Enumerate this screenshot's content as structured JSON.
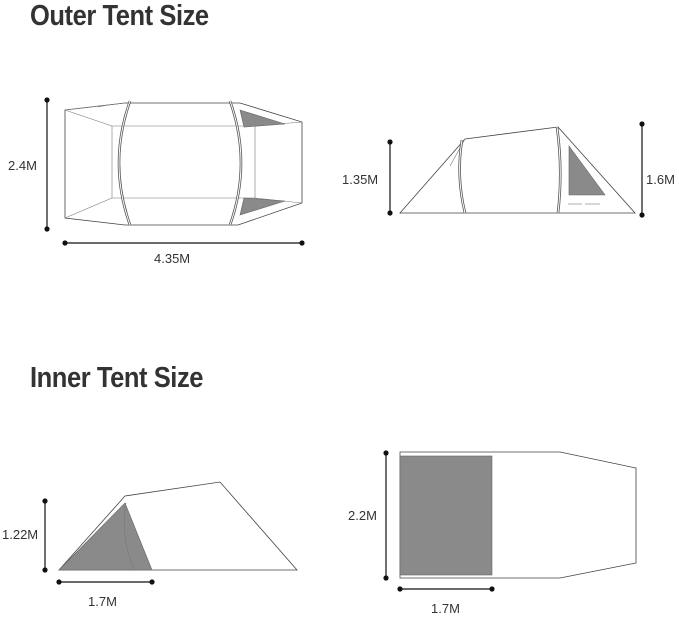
{
  "outer_section": {
    "title": "Outer Tent Size",
    "top_view": {
      "width_label": "2.4M",
      "length_label": "4.35M"
    },
    "side_view": {
      "left_height_label": "1.35M",
      "right_height_label": "1.6M"
    }
  },
  "inner_section": {
    "title": "Inner Tent Size",
    "side_view": {
      "height_label": "1.22M",
      "width_label": "1.7M"
    },
    "top_view": {
      "length_label": "2.2M",
      "width_label": "1.7M"
    }
  },
  "colors": {
    "panel_gray": "#8a8a8a",
    "outline": "#444444",
    "dimension_line": "#111111"
  }
}
